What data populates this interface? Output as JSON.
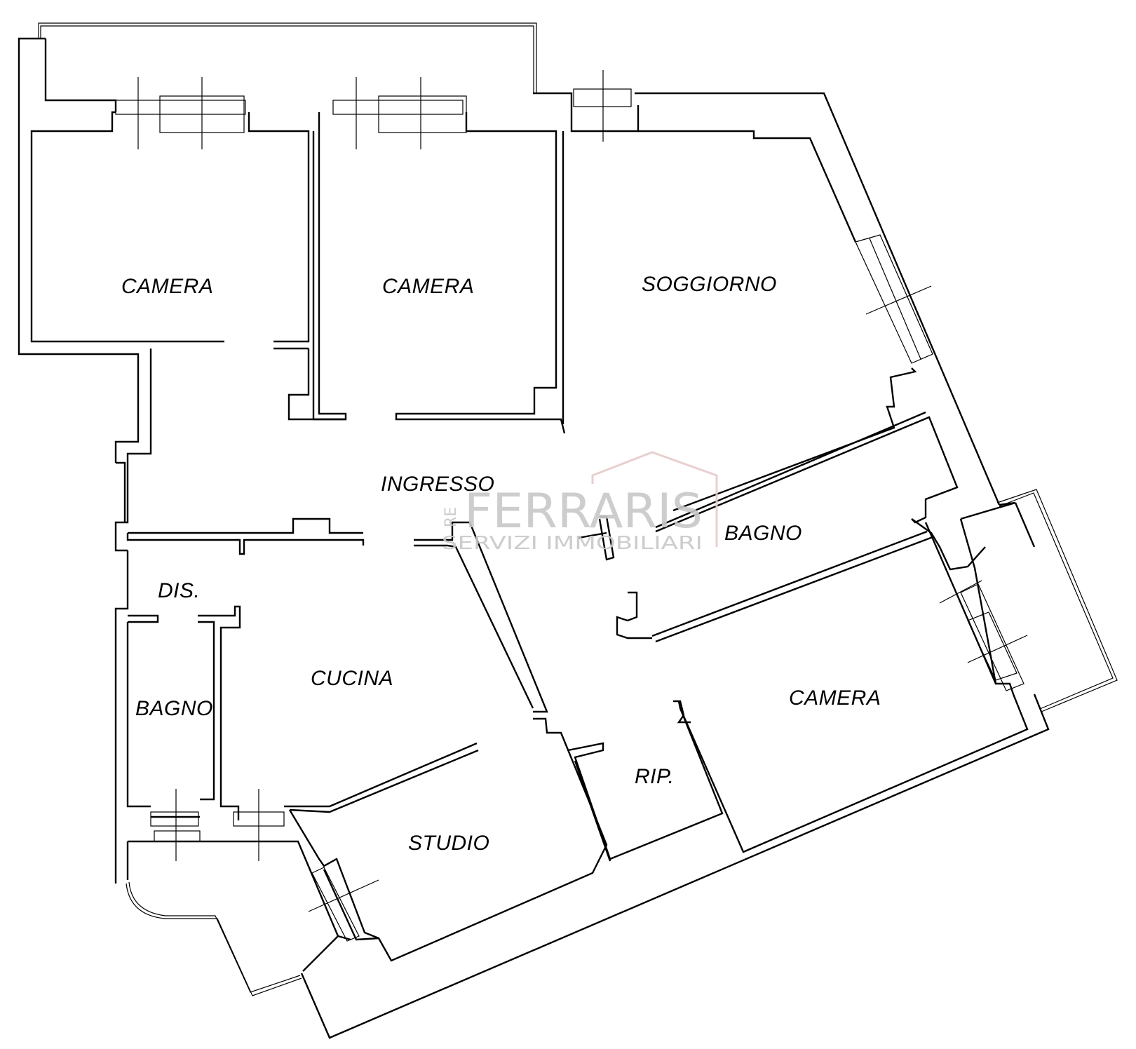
{
  "rooms": {
    "camera_1": "CAMERA",
    "camera_2": "CAMERA",
    "soggiorno": "SOGGIORNO",
    "ingresso": "INGRESSO",
    "bagno_1": "BAGNO",
    "dis": "DIS.",
    "cucina": "CUCINA",
    "bagno_2": "BAGNO",
    "camera_3": "CAMERA",
    "rip": "RIP.",
    "studio": "STUDIO"
  },
  "watermark": {
    "brand_prefix": "RE",
    "brand": "FERRARIS",
    "tagline": "SERVIZI IMMOBILIARI"
  },
  "colors": {
    "walls": "#000000",
    "watermark_text": "#c8c8c8",
    "watermark_roof": "#e7caca"
  }
}
